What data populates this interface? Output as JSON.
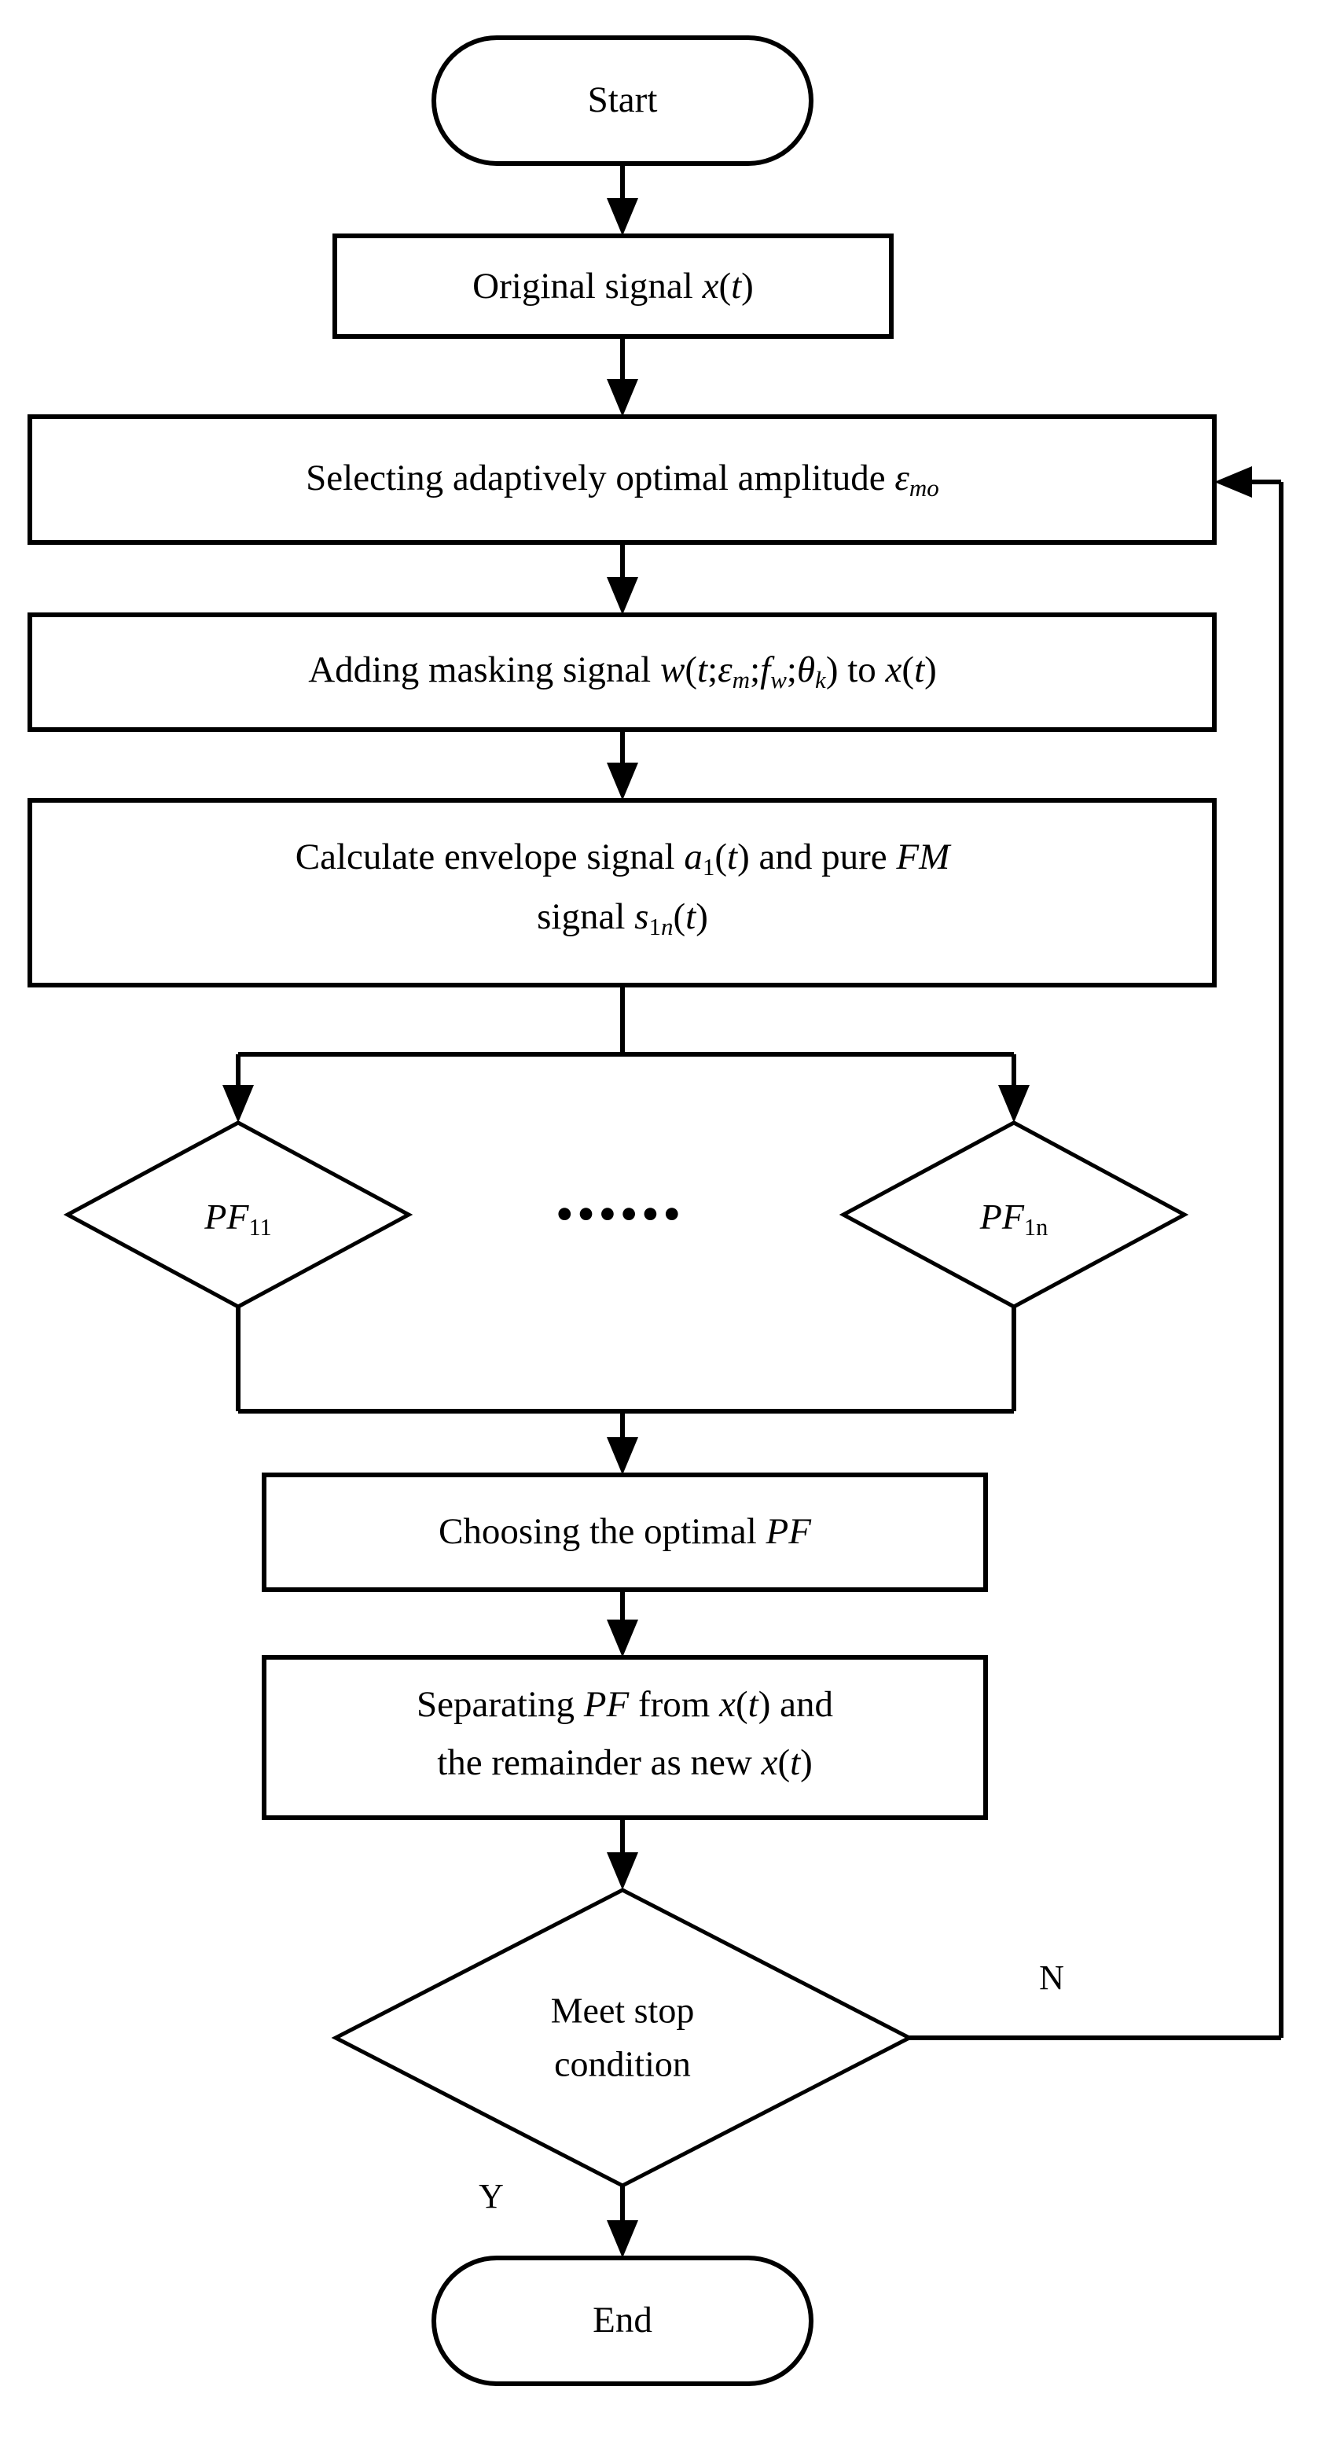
{
  "diagram": {
    "title": "Adaptive masking-signal PF decomposition flowchart",
    "type": "flowchart",
    "background_color": "#ffffff",
    "line_color": "#000000",
    "fill_color": "#ffffff"
  },
  "nodes": {
    "start": {
      "id": "start",
      "shape": "terminator",
      "label": "Start"
    },
    "original_signal": {
      "id": "original-signal",
      "shape": "process",
      "label_plain": "Original signal x(t)",
      "label_parts": [
        {
          "t": "Original signal ",
          "style": "normal"
        },
        {
          "t": "x",
          "style": "italic"
        },
        {
          "t": "(",
          "style": "normal"
        },
        {
          "t": "t",
          "style": "italic"
        },
        {
          "t": ")",
          "style": "normal"
        }
      ]
    },
    "select_amplitude": {
      "id": "select-amplitude",
      "shape": "process",
      "label_plain": "Selecting adaptively optimal amplitude εmo",
      "label_parts": [
        {
          "t": "Selecting adaptively optimal amplitude ",
          "style": "normal"
        },
        {
          "t": "ε",
          "style": "italic"
        },
        {
          "t": "mo",
          "style": "italic-sub"
        }
      ]
    },
    "add_masking": {
      "id": "add-masking-signal",
      "shape": "process",
      "label_plain": "Adding masking signal w(t;εm;fw;θk) to x(t)",
      "label_parts": [
        {
          "t": "Adding masking signal ",
          "style": "normal"
        },
        {
          "t": "w",
          "style": "italic"
        },
        {
          "t": "(",
          "style": "normal"
        },
        {
          "t": "t",
          "style": "italic"
        },
        {
          "t": ";",
          "style": "normal"
        },
        {
          "t": "ε",
          "style": "italic"
        },
        {
          "t": "m",
          "style": "italic-sub"
        },
        {
          "t": ";",
          "style": "normal"
        },
        {
          "t": "f",
          "style": "italic"
        },
        {
          "t": "w",
          "style": "italic-sub"
        },
        {
          "t": ";",
          "style": "normal"
        },
        {
          "t": "θ",
          "style": "italic"
        },
        {
          "t": "k",
          "style": "italic-sub"
        },
        {
          "t": ") to ",
          "style": "normal"
        },
        {
          "t": "x",
          "style": "italic"
        },
        {
          "t": "(",
          "style": "normal"
        },
        {
          "t": "t",
          "style": "italic"
        },
        {
          "t": ")",
          "style": "normal"
        }
      ]
    },
    "calc_envelope": {
      "id": "calculate-envelope",
      "shape": "process",
      "label_plain": "Calculate envelope signal a1(t) and pure FM signal s1n(t)",
      "line1_parts": [
        {
          "t": "Calculate envelope signal ",
          "style": "normal"
        },
        {
          "t": "a",
          "style": "italic"
        },
        {
          "t": "1",
          "style": "sub"
        },
        {
          "t": "(",
          "style": "normal"
        },
        {
          "t": "t",
          "style": "italic"
        },
        {
          "t": ") and pure ",
          "style": "normal"
        },
        {
          "t": "FM",
          "style": "italic"
        }
      ],
      "line2_parts": [
        {
          "t": "signal ",
          "style": "normal"
        },
        {
          "t": "s",
          "style": "italic"
        },
        {
          "t": "1",
          "style": "sub"
        },
        {
          "t": "n",
          "style": "italic-sub"
        },
        {
          "t": "(",
          "style": "normal"
        },
        {
          "t": "t",
          "style": "italic"
        },
        {
          "t": ")",
          "style": "normal"
        }
      ]
    },
    "pf_first": {
      "id": "pf-11",
      "shape": "decision",
      "label_plain": "PF11",
      "label_parts": [
        {
          "t": "PF",
          "style": "italic"
        },
        {
          "t": "11",
          "style": "sub"
        }
      ]
    },
    "pf_last": {
      "id": "pf-1n",
      "shape": "decision",
      "label_plain": "PF1n",
      "label_parts": [
        {
          "t": "PF",
          "style": "italic"
        },
        {
          "t": "1n",
          "style": "sub"
        }
      ]
    },
    "ellipsis": {
      "id": "pf-ellipsis",
      "label": "••••••",
      "dot_count": 6
    },
    "choose_pf": {
      "id": "choosing-optimal-pf",
      "shape": "process",
      "label_plain": "Choosing the optimal PF",
      "label_parts": [
        {
          "t": "Choosing the optimal ",
          "style": "normal"
        },
        {
          "t": "PF",
          "style": "italic"
        }
      ]
    },
    "separate_pf": {
      "id": "separating-pf",
      "shape": "process",
      "label_plain": "Separating PF from x(t) and the remainder as new x(t)",
      "line1_parts": [
        {
          "t": "Separating ",
          "style": "normal"
        },
        {
          "t": "PF",
          "style": "italic"
        },
        {
          "t": " from ",
          "style": "normal"
        },
        {
          "t": "x",
          "style": "italic"
        },
        {
          "t": "(",
          "style": "normal"
        },
        {
          "t": "t",
          "style": "italic"
        },
        {
          "t": ") and",
          "style": "normal"
        }
      ],
      "line2_parts": [
        {
          "t": "the remainder as new ",
          "style": "normal"
        },
        {
          "t": "x",
          "style": "italic"
        },
        {
          "t": "(",
          "style": "normal"
        },
        {
          "t": "t",
          "style": "italic"
        },
        {
          "t": ")",
          "style": "normal"
        }
      ]
    },
    "meet_stop": {
      "id": "meet-stop-condition",
      "shape": "decision",
      "line1": "Meet stop",
      "line2": "condition"
    },
    "end": {
      "id": "end",
      "shape": "terminator",
      "label": "End"
    }
  },
  "branch_labels": {
    "no": "N",
    "yes": "Y"
  },
  "edges": [
    {
      "from": "start",
      "to": "original_signal",
      "label": ""
    },
    {
      "from": "original_signal",
      "to": "select_amplitude",
      "label": ""
    },
    {
      "from": "select_amplitude",
      "to": "add_masking",
      "label": ""
    },
    {
      "from": "add_masking",
      "to": "calc_envelope",
      "label": ""
    },
    {
      "from": "calc_envelope",
      "to": "pf_first",
      "label": ""
    },
    {
      "from": "calc_envelope",
      "to": "pf_last",
      "label": ""
    },
    {
      "from": "pf_first",
      "to": "choose_pf",
      "label": ""
    },
    {
      "from": "pf_last",
      "to": "choose_pf",
      "label": ""
    },
    {
      "from": "choose_pf",
      "to": "separate_pf",
      "label": ""
    },
    {
      "from": "separate_pf",
      "to": "meet_stop",
      "label": ""
    },
    {
      "from": "meet_stop",
      "to": "end",
      "label": "Y"
    },
    {
      "from": "meet_stop",
      "to": "select_amplitude",
      "label": "N"
    }
  ]
}
